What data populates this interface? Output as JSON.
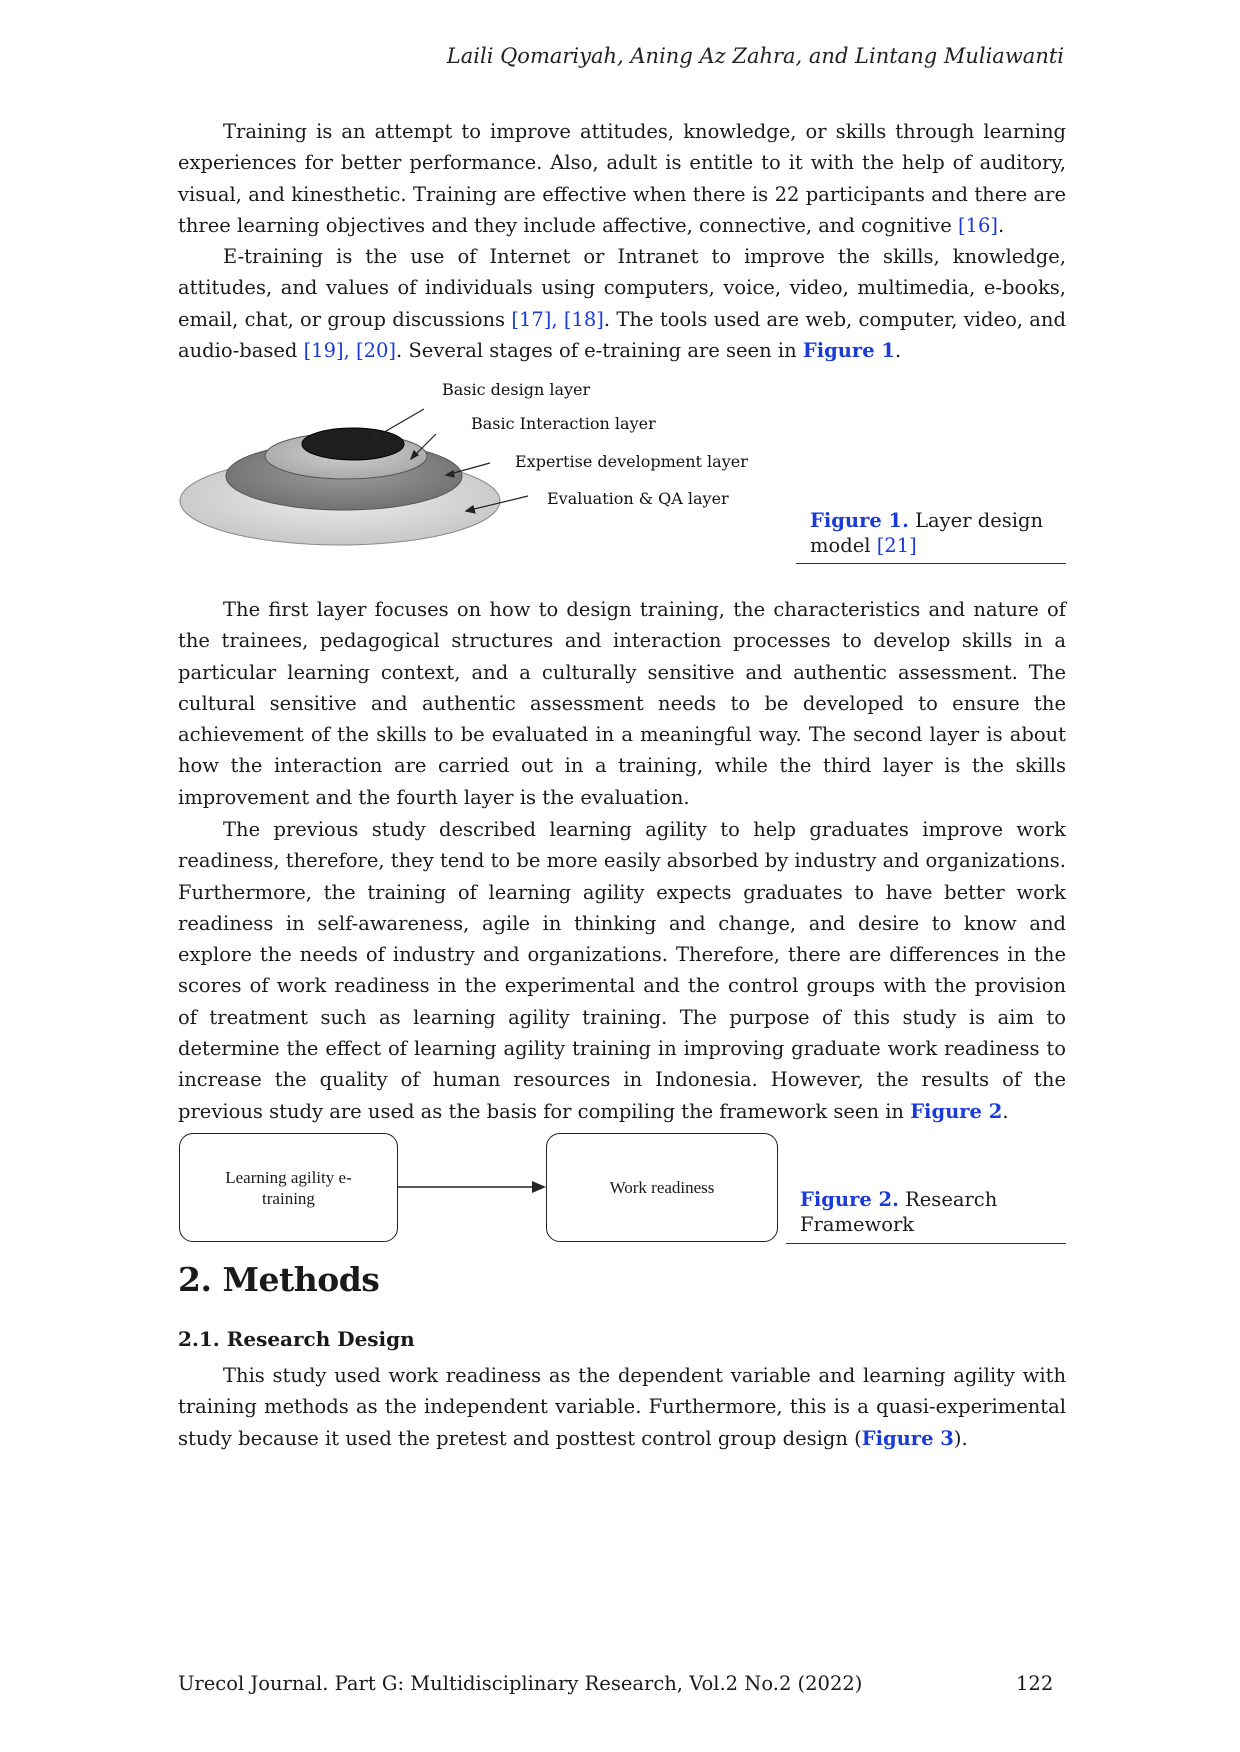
{
  "header": {
    "authors": "Laili Qomariyah, Aning Az Zahra, and Lintang Muliawanti"
  },
  "paragraphs": {
    "p1": "Training is an attempt to improve attitudes, knowledge, or skills through learning experiences for better performance. Also, adult is entitle to it with the help of auditory, visual, and kinesthetic. Training are effective when there is 22 participants and there are three learning objectives and they include affective, connective, and cognitive",
    "p1_cite": "[16]",
    "p2_a": "E-training is the use of Internet or Intranet to improve the skills, knowledge, attitudes, and values of individuals using computers, voice, video, multimedia, e-books, email, chat, or group discussions",
    "p2_cite1": "[17], [18]",
    "p2_b": ". The tools used are web, computer, video, and audio-based",
    "p2_cite2": "[19], [20]",
    "p2_c": ". Several stages of e-training are seen in",
    "p2_figref": "Figure 1",
    "p3": "The first layer focuses on how to design training, the characteristics and nature of the trainees, pedagogical structures and interaction processes to develop skills in a particular learning context, and a culturally sensitive and authentic assessment. The cultural sensitive and authentic assessment needs to be developed to ensure the achievement of the skills to be evaluated in a meaningful way. The second layer is about how the interaction are carried out in a training, while the third layer is the skills improvement and the fourth layer is the evaluation.",
    "p4_a": "The previous study described learning agility to help graduates improve work readiness, therefore, they tend to be more easily absorbed by industry and organizations. Furthermore, the training of learning agility expects graduates to have better work readiness in self-awareness, agile in thinking and change, and desire to know and explore the needs of industry and organizations. Therefore, there are differences in the scores of work readiness in the experimental and the control groups with the provision of treatment such as learning agility training. The purpose of this study is aim to determine the effect of learning agility training in improving graduate work readiness to increase the quality of human resources in Indonesia. However, the results of the previous study are used as the basis for compiling the framework seen in",
    "p4_figref": "Figure 2",
    "p5_a": "This study used work readiness as the dependent variable and learning agility with training methods as the independent variable. Furthermore, this is a quasi-experimental study because it used the pretest and posttest control group design (",
    "p5_figref": "Figure 3",
    "p5_b": ")."
  },
  "figure1": {
    "labels": {
      "basic_design": "Basic design layer",
      "basic_interaction": "Basic Interaction layer",
      "expertise": "Expertise development layer",
      "evaluation": "Evaluation & QA layer"
    },
    "caption_ref": "Figure 1.",
    "caption_text": " Layer design model ",
    "caption_cite": "[21]",
    "colors": {
      "outer": "#d6d6d6",
      "third": "#8a8a8a",
      "second": "#b8b8b8",
      "top": "#1e1e1e"
    }
  },
  "figure2": {
    "box1": "Learning agility e-training",
    "box2": "Work readiness",
    "caption_ref": "Figure 2.",
    "caption_text": " Research Framework"
  },
  "sections": {
    "methods_title": "2. Methods",
    "research_design_title": "2.1. Research Design"
  },
  "footer": {
    "journal": "Urecol Journal. Part G: Multidisciplinary Research, Vol.2 No.2 (2022)",
    "page": "122"
  }
}
